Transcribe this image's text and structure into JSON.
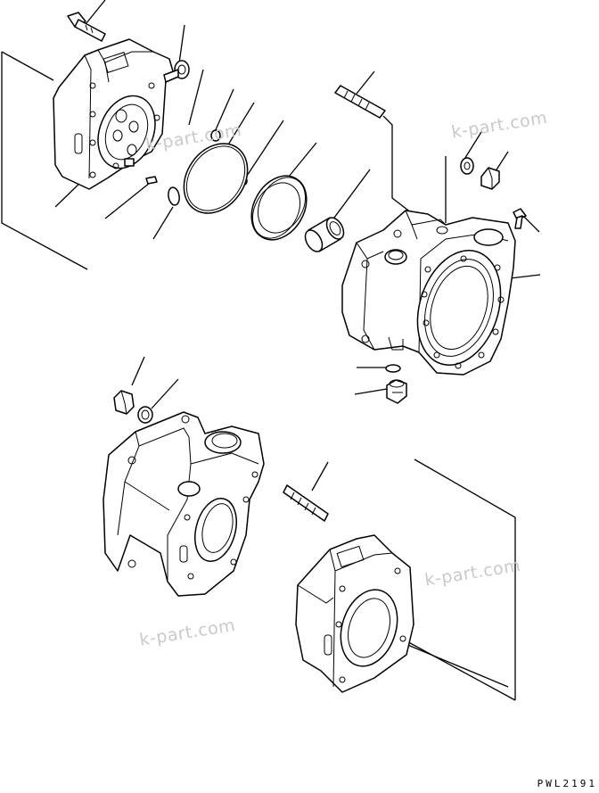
{
  "watermarks": [
    "k-part.com",
    "k-part.com",
    "k-part.com",
    "k-part.com"
  ],
  "drawing_code": "PWL2191",
  "colors": {
    "ink": "#000000",
    "paper": "#ffffff",
    "watermark": "#c9c9c9"
  }
}
